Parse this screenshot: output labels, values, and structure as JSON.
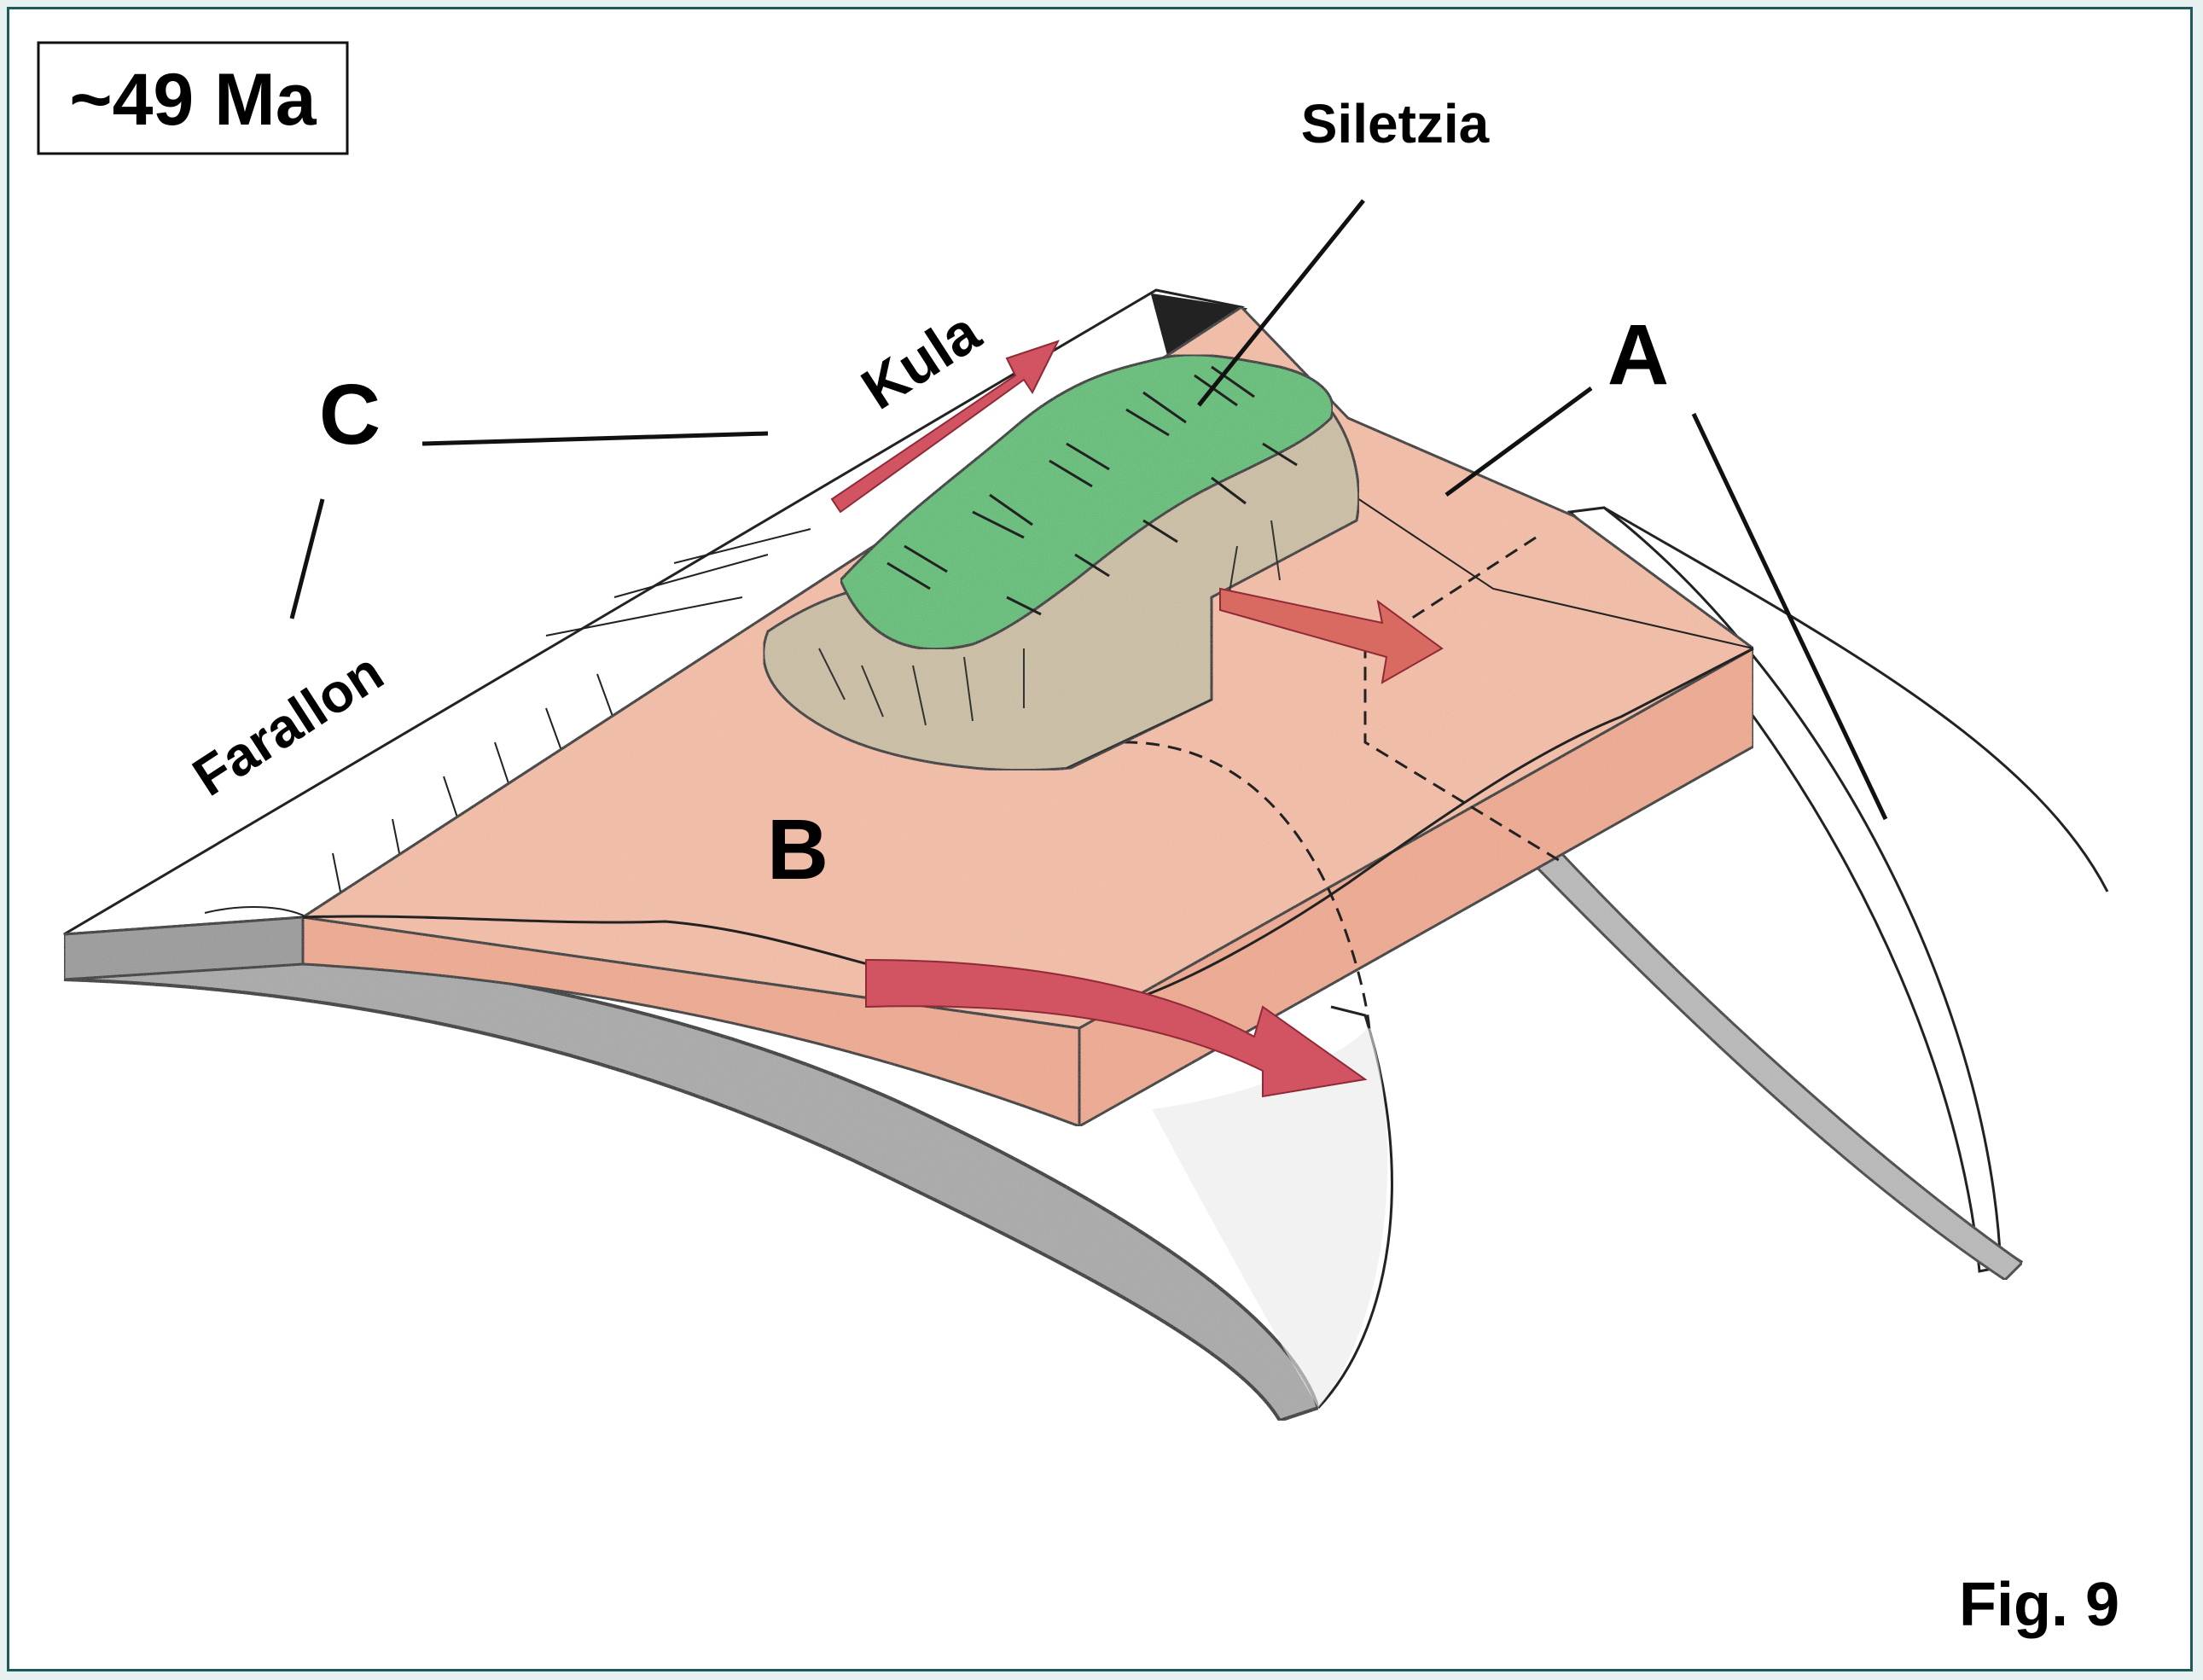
{
  "figure": {
    "age_label": "~49 Ma",
    "figure_number": "Fig. 9",
    "colors": {
      "frame_border": "#1f5a5a",
      "page_background": "#e7f1ef",
      "crust": "#f4b49a",
      "siletzia": "#5cbf73",
      "siletzia_base": "#cdbfa4",
      "arrow": "#d25462"
    }
  },
  "labels": {
    "siletzia": "Siletzia",
    "kula": "Kula",
    "farallon": "Farallon",
    "a": "A",
    "b": "B",
    "c": "C"
  }
}
